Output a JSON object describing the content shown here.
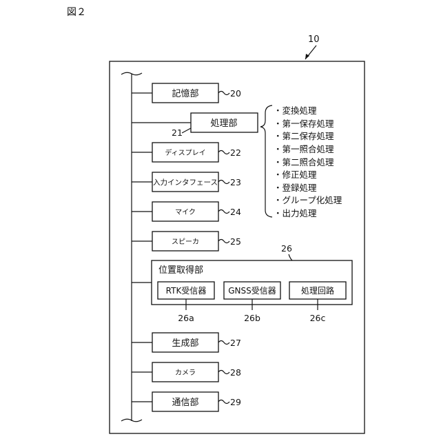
{
  "figure_label": "図２",
  "device_ref": "10",
  "units": [
    {
      "label": "記憶部",
      "ref": "20"
    },
    {
      "label": "処理部",
      "ref": "21"
    },
    {
      "label": "ディスプレイ",
      "ref": "22"
    },
    {
      "label": "入力インタフェース",
      "ref": "23"
    },
    {
      "label": "マイク",
      "ref": "24"
    },
    {
      "label": "スピーカ",
      "ref": "25"
    },
    {
      "label": "生成部",
      "ref": "27"
    },
    {
      "label": "カメラ",
      "ref": "28"
    },
    {
      "label": "通信部",
      "ref": "29"
    }
  ],
  "position_unit": {
    "label": "位置取得部",
    "ref": "26",
    "children": [
      {
        "label": "RTK受信器",
        "ref": "26a"
      },
      {
        "label": "GNSS受信器",
        "ref": "26b"
      },
      {
        "label": "処理回路",
        "ref": "26c"
      }
    ]
  },
  "processes": [
    "・変換処理",
    "・第一保存処理",
    "・第二保存処理",
    "・第一照合処理",
    "・第二照合処理",
    "・修正処理",
    "・登録処理",
    "・グループ化処理",
    "・出力処理"
  ]
}
